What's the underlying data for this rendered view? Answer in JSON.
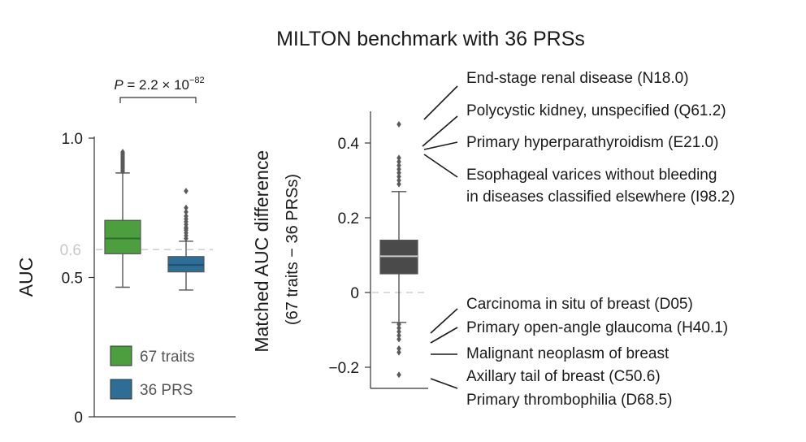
{
  "figure_title": "MILTON benchmark with 36 PRSs",
  "chart_data": [
    {
      "type": "box",
      "title": "",
      "ylabel": "AUC",
      "ylim": [
        0,
        1.0
      ],
      "yticks": [
        {
          "value": 0,
          "label": "0"
        },
        {
          "value": 0.5,
          "label": "0.5"
        },
        {
          "value": 1.0,
          "label": "1.0"
        }
      ],
      "reference_line": {
        "value": 0.6,
        "label": "0.6"
      },
      "significance": {
        "p_prefix": "P",
        "p_text": " = 2.2 × 10",
        "p_exponent": "−82"
      },
      "legend_placement": "bottom-inside",
      "series": [
        {
          "name": "67 traits",
          "color": "#4c9e3e",
          "median_color": "#2f6e2a",
          "stats": {
            "whisker_low": 0.465,
            "q1": 0.585,
            "median": 0.64,
            "q3": 0.705,
            "whisker_high": 0.875
          },
          "outliers": [
            0.88,
            0.885,
            0.89,
            0.895,
            0.9,
            0.905,
            0.91,
            0.915,
            0.92,
            0.925,
            0.93,
            0.935,
            0.94,
            0.945,
            0.95
          ]
        },
        {
          "name": "36 PRS",
          "color": "#2e6e96",
          "median_color": "#1f4f70",
          "stats": {
            "whisker_low": 0.455,
            "q1": 0.52,
            "median": 0.545,
            "q3": 0.575,
            "whisker_high": 0.63
          },
          "outliers": [
            0.64,
            0.65,
            0.66,
            0.67,
            0.675,
            0.68,
            0.69,
            0.7,
            0.71,
            0.72,
            0.735,
            0.75,
            0.81
          ]
        }
      ]
    },
    {
      "type": "box",
      "title": "",
      "ylabel_lines": [
        "Matched AUC difference",
        "(67 traits − 36 PRSs)"
      ],
      "ylim": [
        -0.25,
        0.5
      ],
      "yticks": [
        {
          "value": -0.2,
          "label": "−0.2"
        },
        {
          "value": 0,
          "label": "0"
        },
        {
          "value": 0.2,
          "label": "0.2"
        },
        {
          "value": 0.4,
          "label": "0.4"
        }
      ],
      "reference_line": {
        "value": 0
      },
      "box": {
        "color": "#4a4a4a",
        "median_color": "#cccccc",
        "stats": {
          "whisker_low": -0.08,
          "q1": 0.05,
          "median": 0.097,
          "q3": 0.14,
          "whisker_high": 0.27
        },
        "outliers": [
          0.45,
          0.36,
          0.35,
          0.34,
          0.33,
          0.32,
          0.31,
          0.3,
          0.29,
          -0.085,
          -0.095,
          -0.105,
          -0.115,
          -0.125,
          -0.15,
          -0.16,
          -0.22
        ]
      },
      "annotations_top": [
        "End-stage renal disease (N18.0)",
        "Polycystic kidney, unspecified (Q61.2)",
        "Primary hyperparathyroidism (E21.0)",
        "Esophageal varices without bleeding",
        "in diseases classified elsewhere (I98.2)"
      ],
      "annotations_bottom": [
        "Carcinoma in situ of breast (D05)",
        "Primary open-angle glaucoma (H40.1)",
        "Malignant neoplasm of breast",
        "Axillary tail of breast (C50.6)",
        "Primary thrombophilia (D68.5)"
      ]
    }
  ]
}
